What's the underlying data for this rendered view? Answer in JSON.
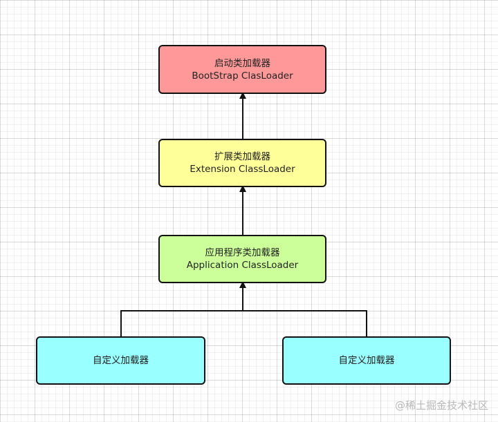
{
  "nodes": {
    "bootstrap": {
      "line1": "启动类加载器",
      "line2": "BootStrap ClasLoader",
      "color": "#ff9999"
    },
    "extension": {
      "line1": "扩展类加载器",
      "line2": "Extension ClassLoader",
      "color": "#ffff99"
    },
    "application": {
      "line1": "应用程序类加载器",
      "line2": "Application ClassLoader",
      "color": "#ccff99"
    },
    "custom_left": {
      "label": "自定义加载器",
      "color": "#99ffff"
    },
    "custom_right": {
      "label": "自定义加载器",
      "color": "#99ffff"
    }
  },
  "edges": [
    {
      "from": "extension",
      "to": "bootstrap"
    },
    {
      "from": "application",
      "to": "extension"
    },
    {
      "from": "custom_left",
      "to": "application"
    },
    {
      "from": "custom_right",
      "to": "application"
    }
  ],
  "watermark": "@稀土掘金技术社区"
}
